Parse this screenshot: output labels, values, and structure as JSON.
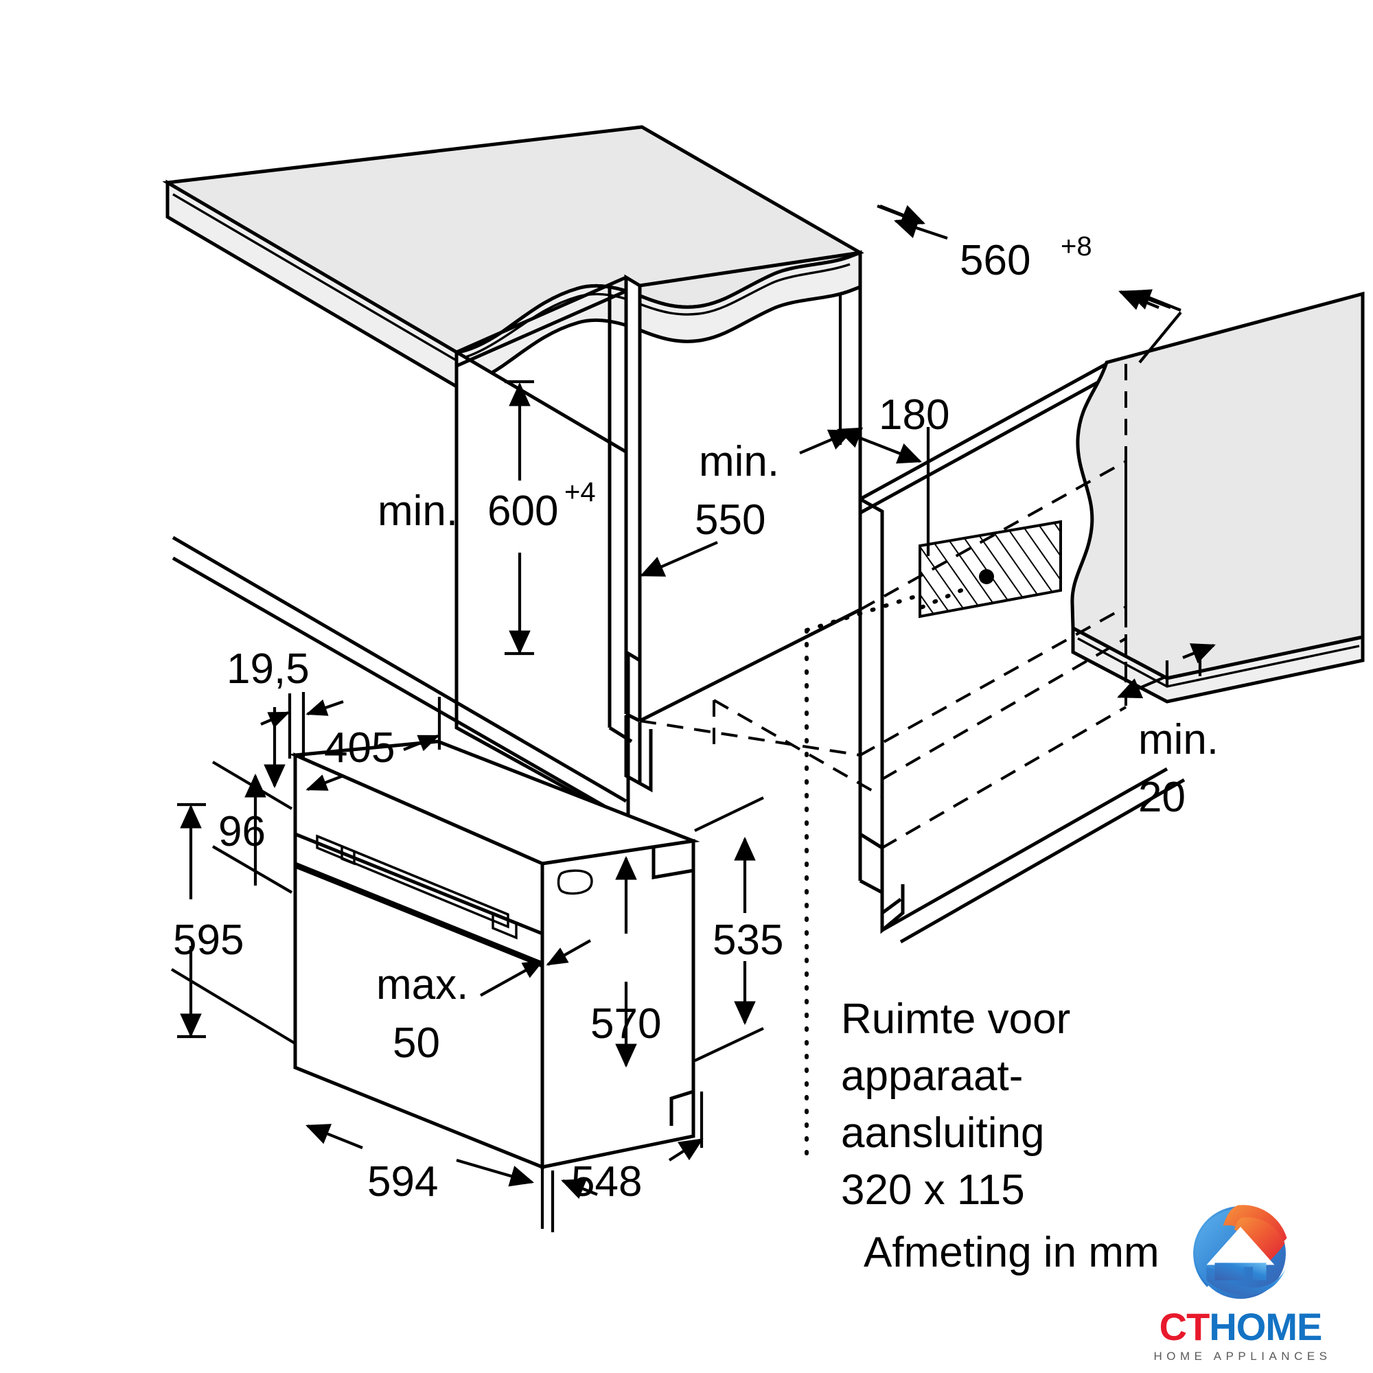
{
  "diagram": {
    "title": "Built-in oven installation dimensions",
    "units_note": "Afmeting in mm",
    "dimensions": {
      "niche_depth": "560",
      "niche_depth_tol": "+8",
      "niche_height_prefix": "min. ",
      "niche_height": "600",
      "niche_height_tol": "+4",
      "niche_width_prefix": "min.",
      "niche_width": "550",
      "socket_offset": "180",
      "rear_gap_prefix": "min.",
      "rear_gap": "20",
      "plinth_thickness": "19,5",
      "panel_offset": "405",
      "front_lip": "96",
      "appliance_height": "595",
      "door_gap_prefix": "max.",
      "door_gap": "50",
      "body_depth": "535",
      "body_height": "570",
      "appliance_width": "594",
      "appliance_depth": "548"
    },
    "notes": {
      "line1": "Ruimte voor",
      "line2": "apparaat-",
      "line3": "aansluiting",
      "line4": "320 x 115",
      "line5": "Afmeting in mm"
    }
  },
  "logo": {
    "brand_first": "CT",
    "brand_second": "HOME",
    "tagline": "HOME APPLIANCES",
    "color_red": "#e8192c",
    "color_blue": "#1473c4",
    "color_orange": "#f07a2a"
  }
}
